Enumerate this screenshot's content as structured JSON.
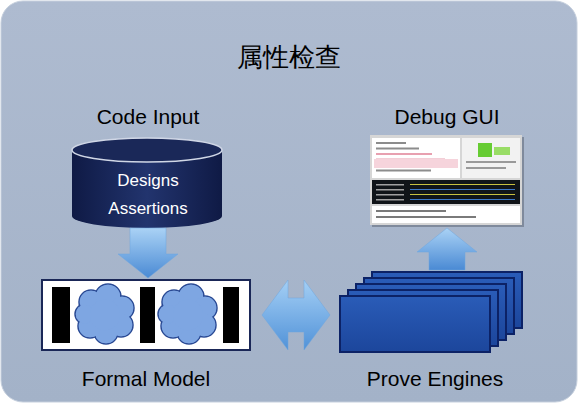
{
  "diagram": {
    "title": "属性检查",
    "nodes": [
      {
        "text": [
          "Code Input",
          "Designs",
          "Assertions"
        ]
      },
      {
        "text": [
          "Formal Model"
        ]
      },
      {
        "text": [
          "Prove Engines"
        ]
      },
      {
        "text": [
          "Debug GUI"
        ]
      }
    ],
    "edges": [
      {
        "from": 0,
        "to": 1,
        "arrow": "to"
      },
      {
        "from": 1,
        "to": 2,
        "arrow": "both"
      },
      {
        "from": 2,
        "to": 3,
        "arrow": "to"
      }
    ]
  }
}
